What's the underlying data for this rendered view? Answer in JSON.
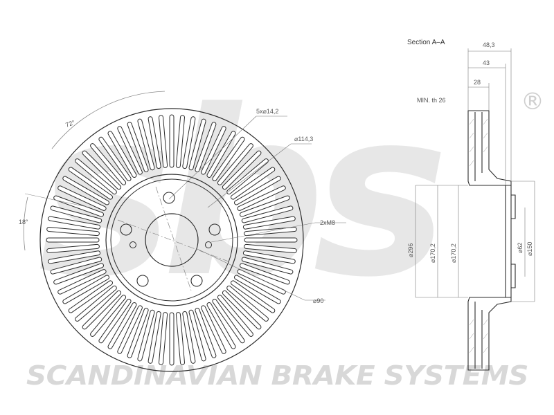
{
  "watermark": {
    "logo_text": "sbs",
    "registered_mark": "®",
    "brand_text": "SCANDINAVIAN BRAKE SYSTEMS",
    "color": "#d9d9d9"
  },
  "front_view": {
    "vane_count": 72,
    "labels": {
      "angle_72": "72°",
      "angle_18": "18°",
      "bolt_pattern": "5x⌀14,2",
      "pcd": "⌀114,3",
      "threads": "2xM8",
      "hub_bore": "⌀90"
    }
  },
  "section": {
    "title": "Section A–A",
    "min_thickness": "MIN. th 26",
    "dims": {
      "width_overall": "48,3",
      "width_hat": "43",
      "width_disc": "28",
      "diameter_outer": "⌀296",
      "diameter_inner_1": "⌀170,2",
      "diameter_inner_2": "⌀170,2",
      "diameter_centre": "⌀62",
      "diameter_hat": "⌀150"
    }
  },
  "colors": {
    "line": "#2a2a2a",
    "dim_line": "#777777",
    "text": "#555555"
  }
}
